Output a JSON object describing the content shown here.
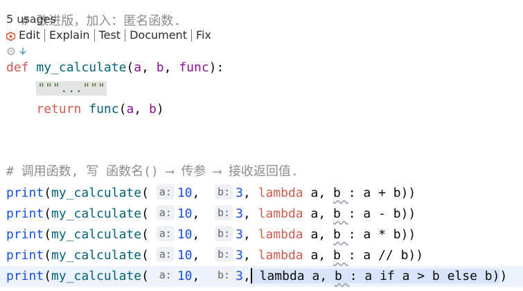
{
  "top_comment": "# 改进版，加入：匿名函数.",
  "usages": "5 usages",
  "code_lens": {
    "items": [
      "Edit",
      "Explain",
      "Test",
      "Document",
      "Fix"
    ]
  },
  "def_line": {
    "kw": "def",
    "name": "my_calculate",
    "params": [
      "a",
      "b",
      "func"
    ]
  },
  "docstring": "\"\"\"...\"\"\"",
  "return_line": {
    "kw": "return",
    "call": "func",
    "args": [
      "a",
      "b"
    ]
  },
  "comment2": "# 调用函数, 写 函数名() ⟶ 传参 ⟶ 接收返回值.",
  "calls": [
    {
      "a": "10",
      "b": "3",
      "op": "+",
      "expr": "a + b)"
    },
    {
      "a": "10",
      "b": "3",
      "op": "-",
      "expr": "a - b)"
    },
    {
      "a": "10",
      "b": "3",
      "op": "*",
      "expr": "a * b)"
    },
    {
      "a": "10",
      "b": "3",
      "op": "//",
      "expr": "a // b)"
    },
    {
      "a": "10",
      "b": "3",
      "op": "",
      "expr": "a if a > b else b)"
    }
  ],
  "hints": {
    "a": "a:",
    "b": "b:"
  },
  "tokens": {
    "print": "print",
    "fn": "my_calculate",
    "lambda": "lambda"
  }
}
